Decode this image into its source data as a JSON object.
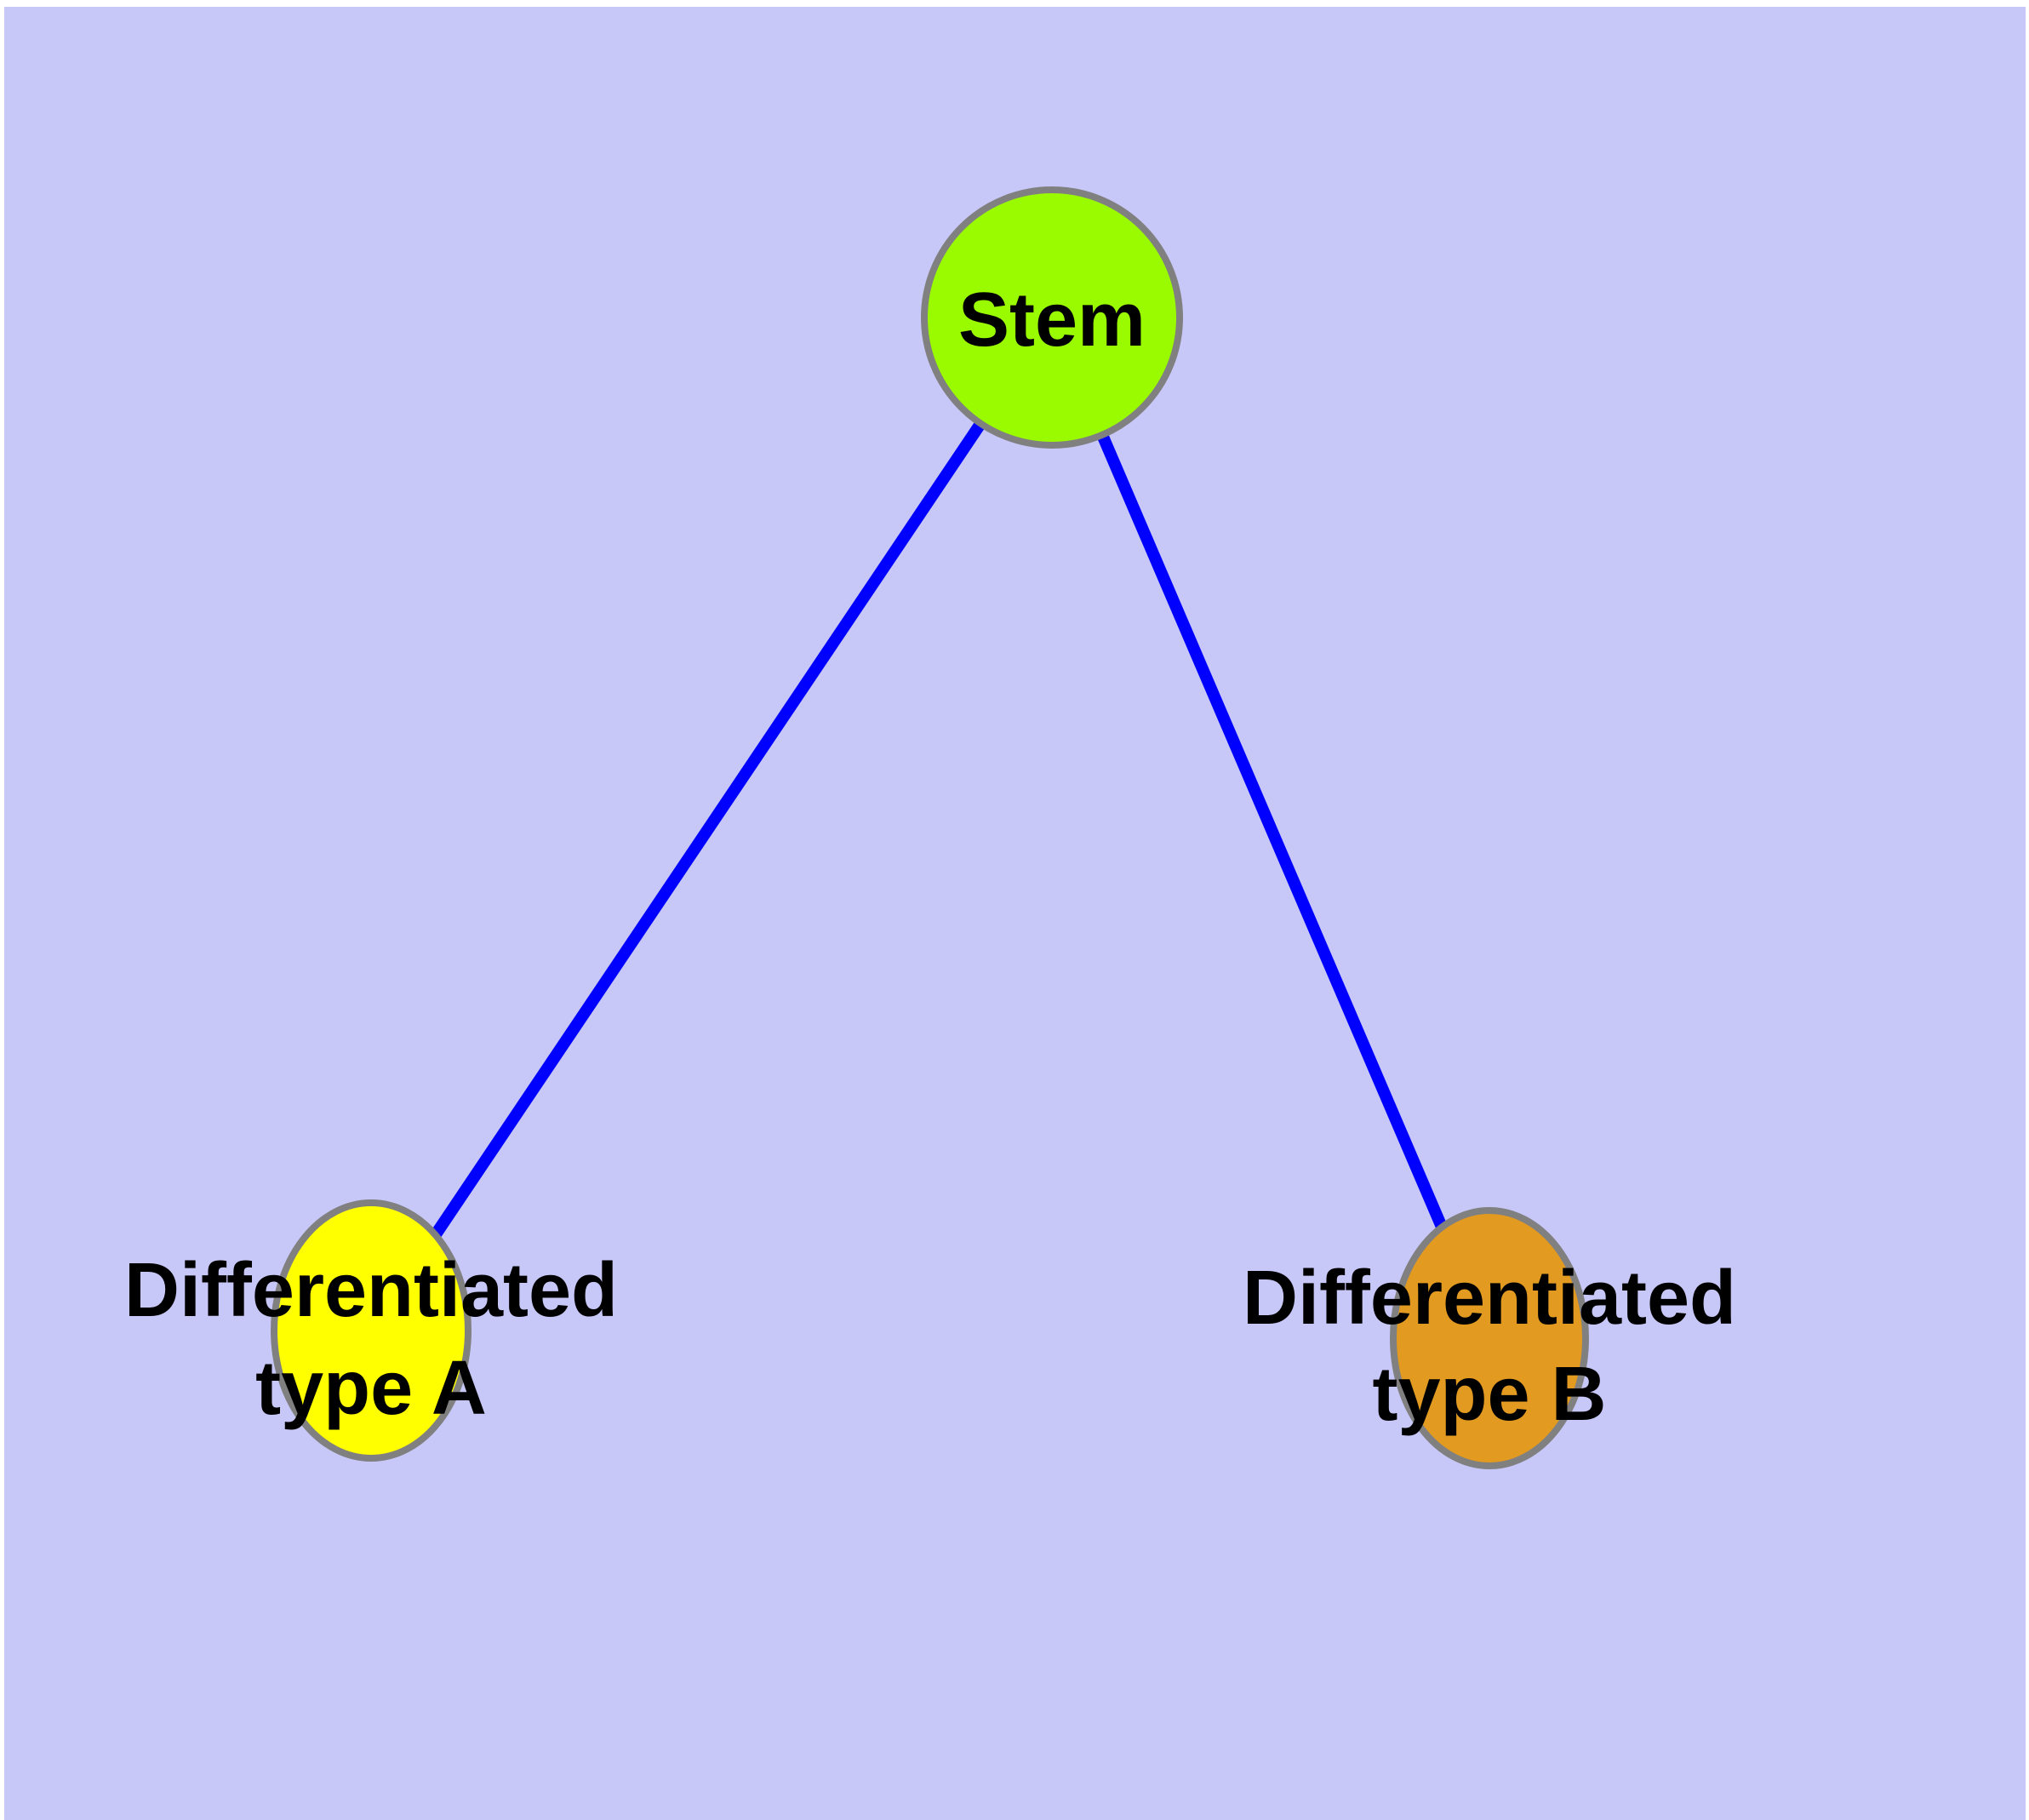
{
  "diagram": {
    "type": "node-link-graph",
    "description": "Stem cell differentiation diagram with one parent node and two child nodes",
    "colors": {
      "plot_background": "#C8C8F8",
      "frame": "#FFFFFF",
      "edge": "#0000FF",
      "node_border": "#808080",
      "label": "#000000"
    },
    "nodes": [
      {
        "id": "stem",
        "label": "Stem",
        "fill": "#9AFA00",
        "shape": "circle"
      },
      {
        "id": "differentiated-type-a",
        "label_line1": "Differentiated",
        "label_line2": "type A",
        "fill": "#FFFF00",
        "shape": "ellipse"
      },
      {
        "id": "differentiated-type-b",
        "label_line1": "Differentiated",
        "label_line2": "type B",
        "fill": "#E29A20",
        "shape": "ellipse"
      }
    ],
    "edges": [
      {
        "from": "Stem",
        "to": "Differentiated type A"
      },
      {
        "from": "Stem",
        "to": "Differentiated type B"
      }
    ]
  }
}
